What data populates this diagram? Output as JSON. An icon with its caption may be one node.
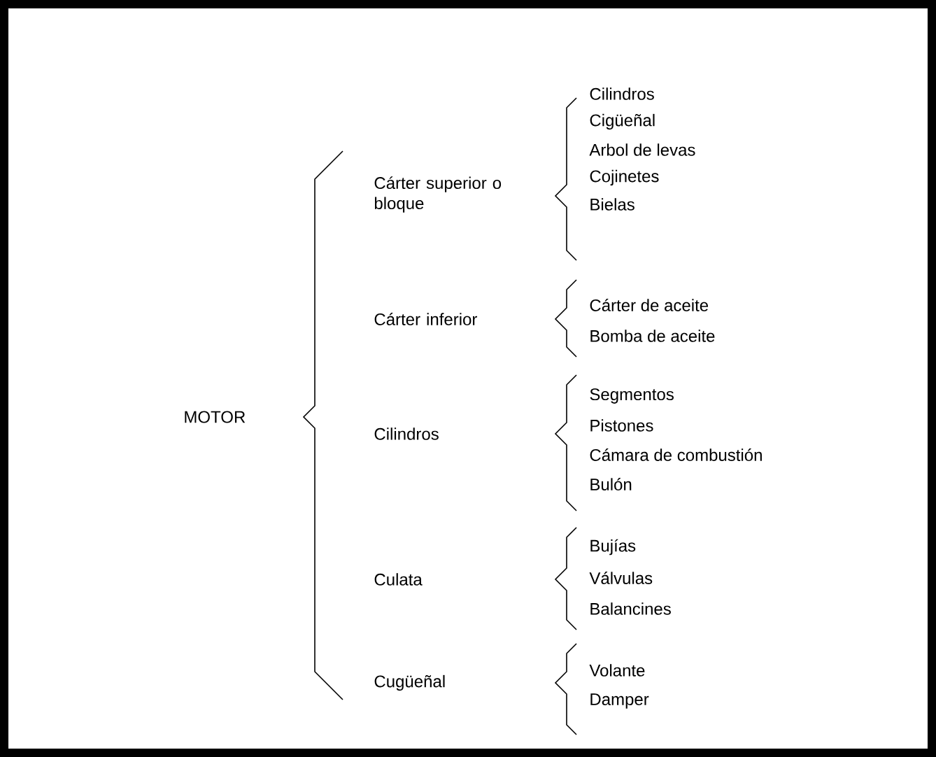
{
  "diagram": {
    "labels": [
      "MOTOR",
      "Cárter superior o bloque",
      "Cilindros",
      "Cigüeñal",
      "Arbol de levas",
      "Cojinetes",
      "Bielas",
      "Cárter inferior",
      "Cárter de aceite",
      "Bomba de aceite",
      "Cilindros",
      "Segmentos",
      "Pistones",
      "Cámara de combustión",
      "Bulón",
      "Culata",
      "Bujías",
      "Válvulas",
      "Balancines",
      "Cugüeñal",
      "Volante",
      "Damper"
    ]
  }
}
